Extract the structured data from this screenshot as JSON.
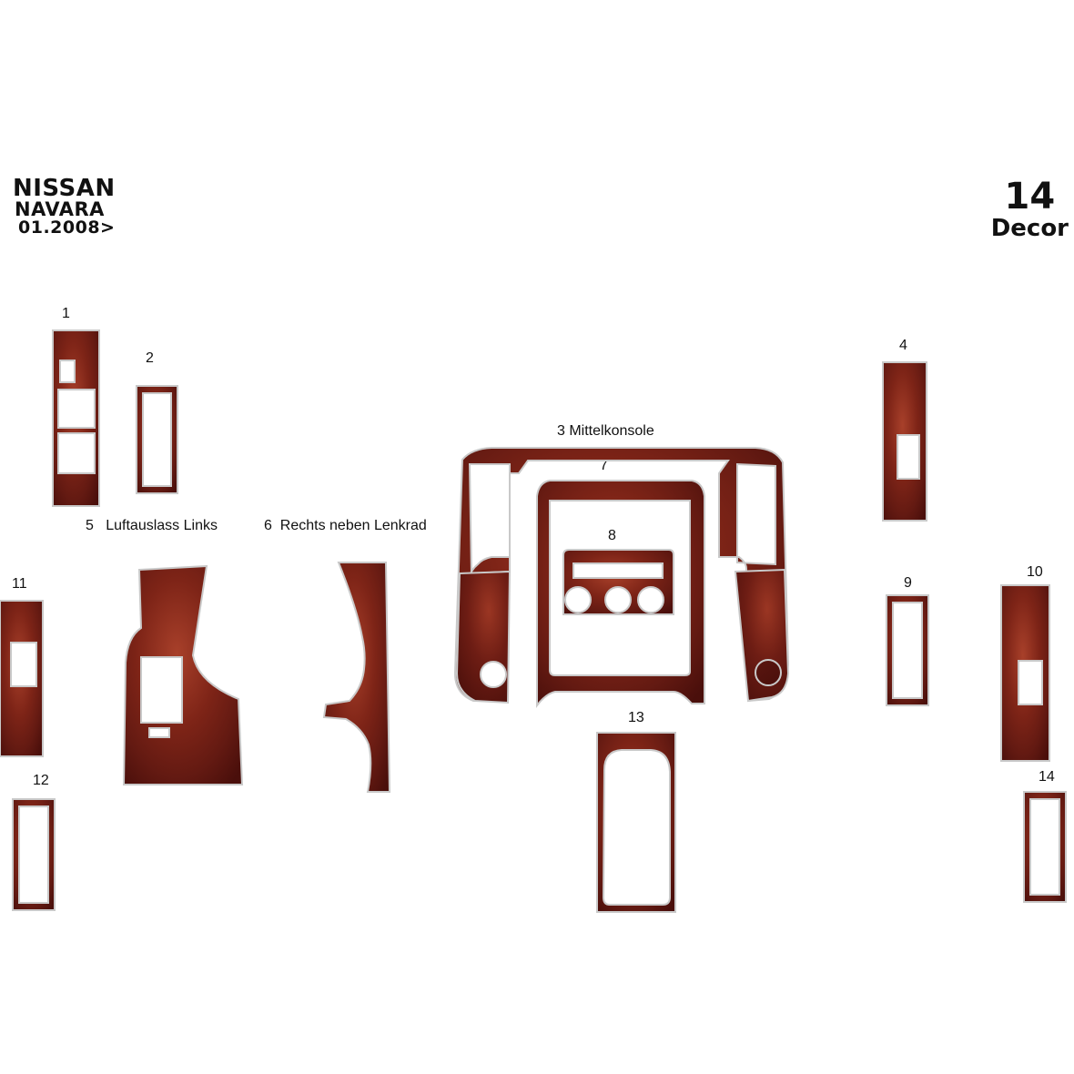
{
  "header": {
    "make": "NISSAN",
    "model": "NAVARA",
    "date": "01.2008>"
  },
  "set": {
    "count": "14",
    "word": "Decor"
  },
  "colors": {
    "wood_dark": "#5a1410",
    "wood_mid": "#8a2a1c",
    "wood_light": "#a8402a",
    "outline": "#c9c9c9"
  },
  "parts": [
    {
      "label": "1"
    },
    {
      "label": "2"
    },
    {
      "label": "3 Mittelkonsole"
    },
    {
      "label": "4"
    },
    {
      "label": "5   Luftauslass Links"
    },
    {
      "label": "6  Rechts neben Lenkrad"
    },
    {
      "label": "7"
    },
    {
      "label": "8"
    },
    {
      "label": "9"
    },
    {
      "label": "10"
    },
    {
      "label": "11"
    },
    {
      "label": "12"
    },
    {
      "label": "13"
    },
    {
      "label": "14"
    }
  ]
}
